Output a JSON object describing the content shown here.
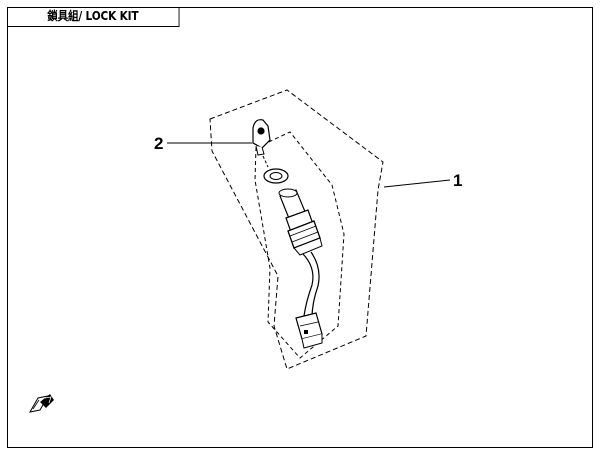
{
  "title": "鎖具組/ LOCK KIT",
  "callouts": [
    {
      "id": "1",
      "label": "1"
    },
    {
      "id": "2",
      "label": "2"
    }
  ],
  "colors": {
    "line": "#000000",
    "background": "#ffffff",
    "dash": "#000000"
  }
}
